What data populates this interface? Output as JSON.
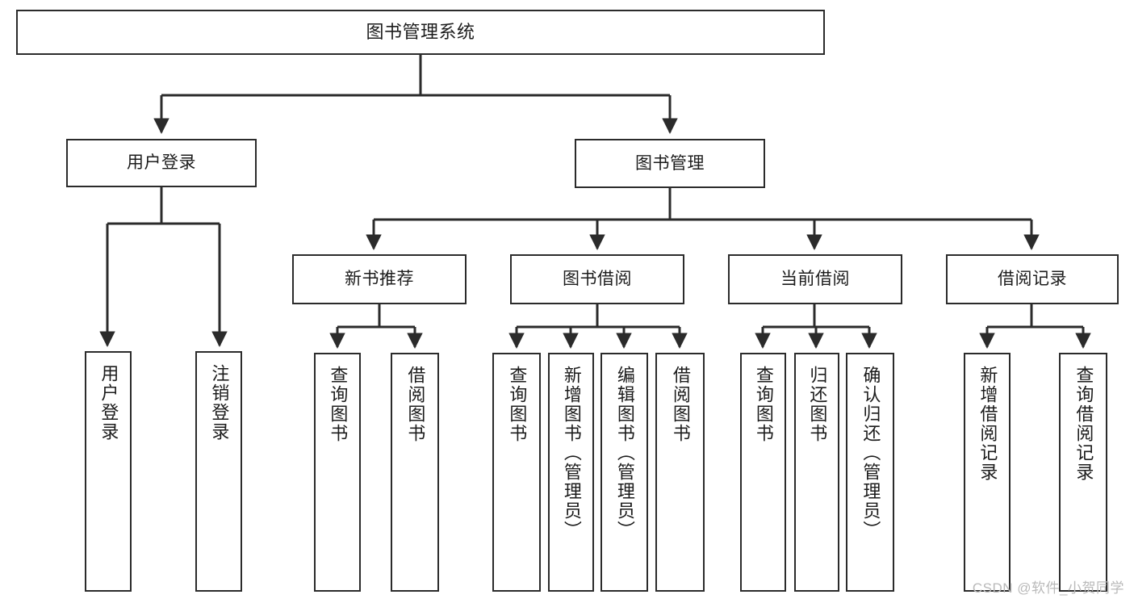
{
  "diagram": {
    "title": "图书管理系统",
    "type": "tree-hierarchy-flowchart",
    "watermark": "CSDN @软件_小贺同学",
    "colors": {
      "background": "#ffffff",
      "box_border": "#2b2b2b",
      "box_fill": "#ffffff",
      "text": "#1c1c1c",
      "connector": "#2b2b2b",
      "watermark": "#b9b9b9"
    },
    "nodes": {
      "root": {
        "label": "图书管理系统"
      },
      "level1": [
        {
          "label": "用户登录"
        },
        {
          "label": "图书管理"
        }
      ],
      "level2": [
        {
          "label": "新书推荐"
        },
        {
          "label": "图书借阅"
        },
        {
          "label": "当前借阅"
        },
        {
          "label": "借阅记录"
        }
      ],
      "leaves": {
        "user_login": [
          {
            "label": "用户登录"
          },
          {
            "label": "注销登录"
          }
        ],
        "new_book_recommend": [
          {
            "label": "查询图书"
          },
          {
            "label": "借阅图书"
          }
        ],
        "book_borrow": [
          {
            "label": "查询图书"
          },
          {
            "label": "新增图书（管理员）"
          },
          {
            "label": "编辑图书（管理员）"
          },
          {
            "label": "借阅图书"
          }
        ],
        "current_borrow": [
          {
            "label": "查询图书"
          },
          {
            "label": "归还图书"
          },
          {
            "label": "确认归还（管理员）"
          }
        ],
        "borrow_record": [
          {
            "label": "新增借阅记录"
          },
          {
            "label": "查询借阅记录"
          }
        ]
      }
    }
  }
}
